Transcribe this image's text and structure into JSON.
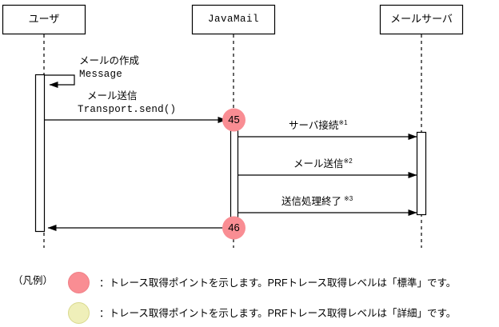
{
  "diagram": {
    "type": "uml-sequence-diagram",
    "title": "",
    "lifelines": [
      {
        "id": "user",
        "label": "ユーザ",
        "font": "sans"
      },
      {
        "id": "javamail",
        "label": "JavaMail",
        "font": "mono"
      },
      {
        "id": "mailserver",
        "label": "メールサーバ",
        "font": "sans"
      }
    ],
    "messages": [
      {
        "id": "create-mail",
        "kind": "self-call",
        "from": "user",
        "to": "user",
        "label_ja": "メールの作成",
        "label_code": "Message"
      },
      {
        "id": "send-mail",
        "kind": "call",
        "from": "user",
        "to": "javamail",
        "label_ja": "メール送信",
        "label_code": "Transport.send()"
      },
      {
        "id": "server-connect",
        "kind": "call",
        "from": "javamail",
        "to": "mailserver",
        "label_ja": "サーバ接続",
        "footnote": "※1"
      },
      {
        "id": "mail-transmit",
        "kind": "call",
        "from": "javamail",
        "to": "mailserver",
        "label_ja": "メール送信",
        "footnote": "※2"
      },
      {
        "id": "send-complete",
        "kind": "call",
        "from": "javamail",
        "to": "mailserver",
        "label_ja": "送信処理終了",
        "footnote": "※3"
      }
    ],
    "trace_points": [
      {
        "id": "tp-45",
        "number": "45",
        "level": "標準",
        "color": "#F98D93"
      },
      {
        "id": "tp-46",
        "number": "46",
        "level": "標準",
        "color": "#F98D93"
      }
    ]
  },
  "legend": {
    "title": "（凡例）",
    "separator": "：",
    "rows": [
      {
        "id": "legend-standard",
        "dot_color": "#F98D93",
        "dot_border": "#F08087",
        "text": "：トレース取得ポイントを示します。PRFトレース取得レベルは「標準」です。"
      },
      {
        "id": "legend-detail",
        "dot_color": "#EFEFB9",
        "dot_border": "#D9D98E",
        "text": "：トレース取得ポイントを示します。PRFトレース取得レベルは「詳細」です。"
      }
    ]
  },
  "colors": {
    "stroke": "#000000",
    "background": "#FFFFFF",
    "trace_pink": "#F98D93",
    "trace_yellow": "#EFEFB9"
  }
}
